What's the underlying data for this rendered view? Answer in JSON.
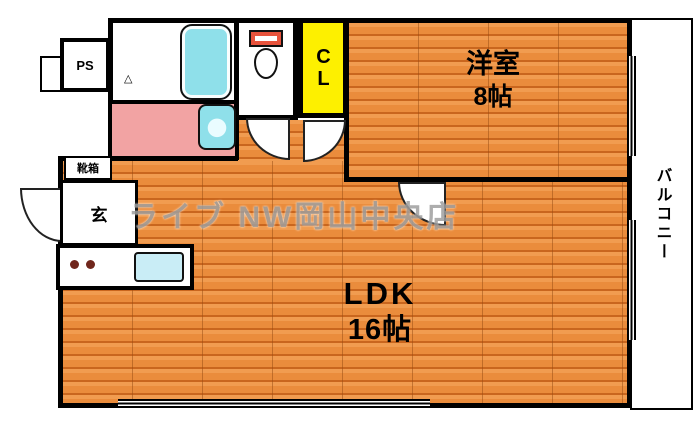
{
  "plan": {
    "watermark": "ライブ NW岡山中央店",
    "rooms": {
      "western": {
        "name": "洋室",
        "size": "8帖"
      },
      "ldk": {
        "name": "LDK",
        "size": "16帖"
      },
      "closet": {
        "label": "CL"
      },
      "pipe_space": {
        "label": "PS"
      },
      "entrance": {
        "label": "玄"
      },
      "shoe_box": {
        "label": "靴箱"
      },
      "balcony": {
        "label": "バルコニー"
      }
    },
    "icons": {
      "vent_triangle": "△"
    },
    "colors": {
      "wall": "#000000",
      "flooring": "#ea8c3c",
      "flooring_line": "#c9661e",
      "bathtub": "#8fe0ea",
      "washroom_floor": "#f2a3a3",
      "closet_bg": "#fdf000",
      "watermark": "#9f9f9f"
    }
  }
}
